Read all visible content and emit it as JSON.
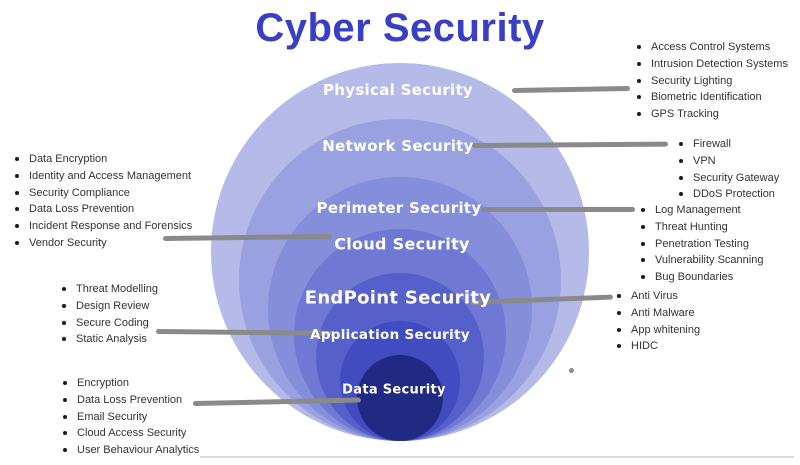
{
  "title": "Cyber Security",
  "colors": {
    "title": "#383fc5",
    "connector": "#8a8a8a",
    "label_text": "#ffffff",
    "list_text": "#333333"
  },
  "layers": [
    {
      "name": "physical",
      "label": "Physical Security",
      "color": "#b6bae8"
    },
    {
      "name": "network",
      "label": "Network Security",
      "color": "#9aa1e1"
    },
    {
      "name": "perimeter",
      "label": "Perimeter Security",
      "color": "#858edb"
    },
    {
      "name": "cloud",
      "label": "Cloud Security",
      "color": "#6f79d3"
    },
    {
      "name": "endpoint",
      "label": "EndPoint Security",
      "color": "#5560ca"
    },
    {
      "name": "application",
      "label": "Application Security",
      "color": "#414cc1"
    },
    {
      "name": "data",
      "label": "Data Security",
      "color": "#212a83"
    }
  ],
  "lists": {
    "physical": {
      "items": [
        "Access Control Systems",
        "Intrusion Detection Systems",
        "Security Lighting",
        "Biometric Identification",
        "GPS Tracking"
      ]
    },
    "network": {
      "items": [
        "Firewall",
        "VPN",
        "Security Gateway",
        "DDoS Protection"
      ]
    },
    "perimeter": {
      "items": [
        "Log Management",
        "Threat Hunting",
        "Penetration Testing",
        "Vulnerability Scanning",
        "Bug Boundaries"
      ]
    },
    "endpoint": {
      "items": [
        "Anti Virus",
        "Anti Malware",
        "App whitening",
        "HIDC"
      ]
    },
    "cloud": {
      "items": [
        "Data Encryption",
        "Identity and Access Management",
        "Security Compliance",
        "Data Loss Prevention",
        "Incident Response and Forensics",
        "Vendor Security"
      ]
    },
    "application": {
      "items": [
        "Threat Modelling",
        "Design Review",
        "Secure Coding",
        "Static Analysis"
      ]
    },
    "data": {
      "items": [
        "Encryption",
        "Data Loss Prevention",
        "Email Security",
        "Cloud Access Security",
        "User Behaviour Analytics"
      ]
    }
  }
}
